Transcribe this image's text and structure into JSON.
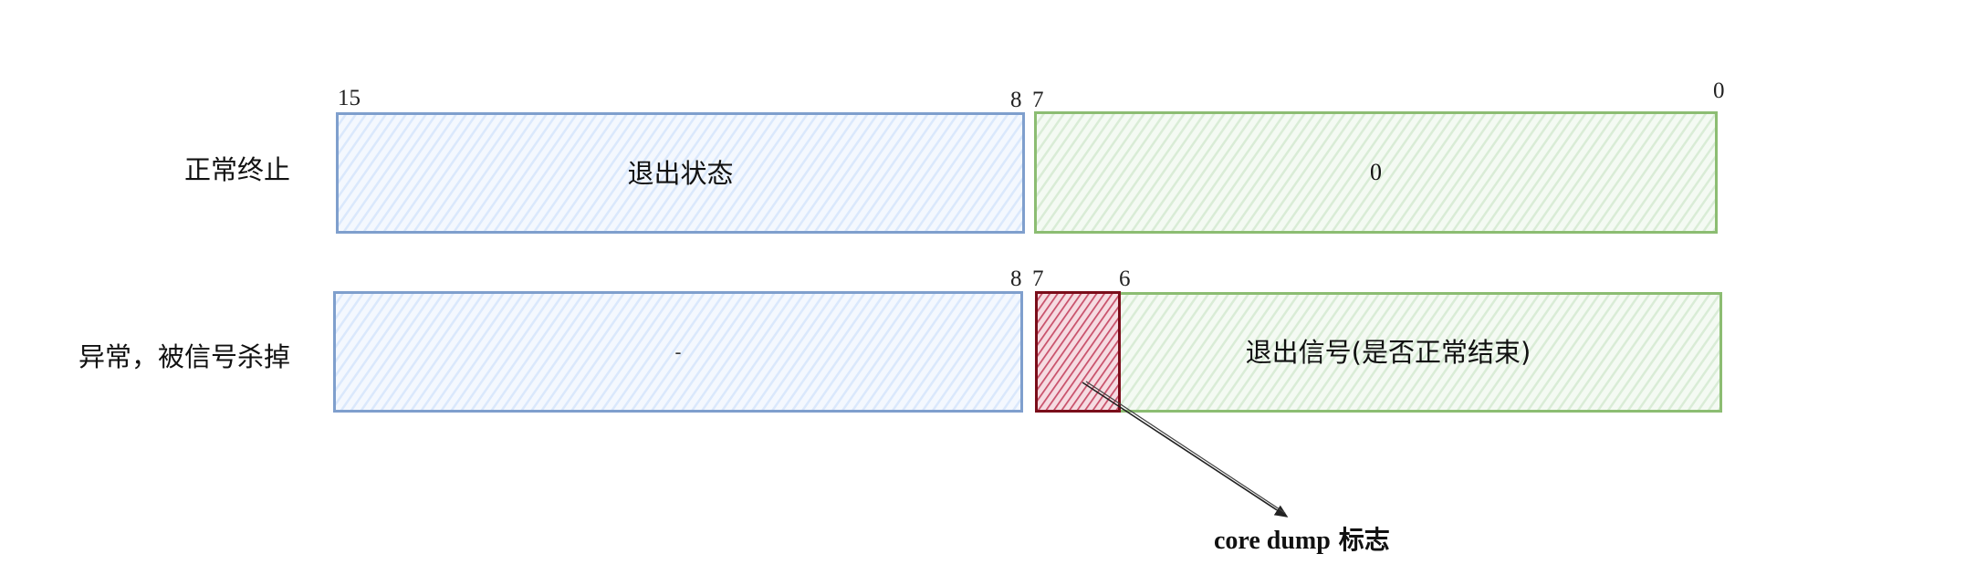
{
  "diagram": {
    "type": "bit-layout",
    "colors": {
      "blue_border": "#7f9fcd",
      "blue_fill": "#dae8fc",
      "green_border": "#8cbd72",
      "green_fill": "#d5e8d4",
      "red_border": "#7a0d1a",
      "red_fill": "#c8506a",
      "arrow": "#222222"
    },
    "rows": [
      {
        "label": "正常终止",
        "bit_labels": {
          "high": "15",
          "mid_left": "8",
          "mid_right": "7",
          "low": "0"
        },
        "segments": [
          {
            "name": "exit-status",
            "text": "退出状态",
            "color": "blue"
          },
          {
            "name": "low-byte",
            "text": "0",
            "color": "green"
          }
        ]
      },
      {
        "label": "异常，被信号杀掉",
        "bit_labels": {
          "mid_left": "8",
          "mid_right": "7",
          "core_bit": "6"
        },
        "segments": [
          {
            "name": "unused",
            "text": "-",
            "color": "blue"
          },
          {
            "name": "core-dump-flag",
            "text": "",
            "color": "red"
          },
          {
            "name": "exit-signal",
            "text": "退出信号(是否正常结束)",
            "color": "green"
          }
        ]
      }
    ],
    "annotation": {
      "latin": "core dump",
      "cjk": "标志"
    }
  }
}
